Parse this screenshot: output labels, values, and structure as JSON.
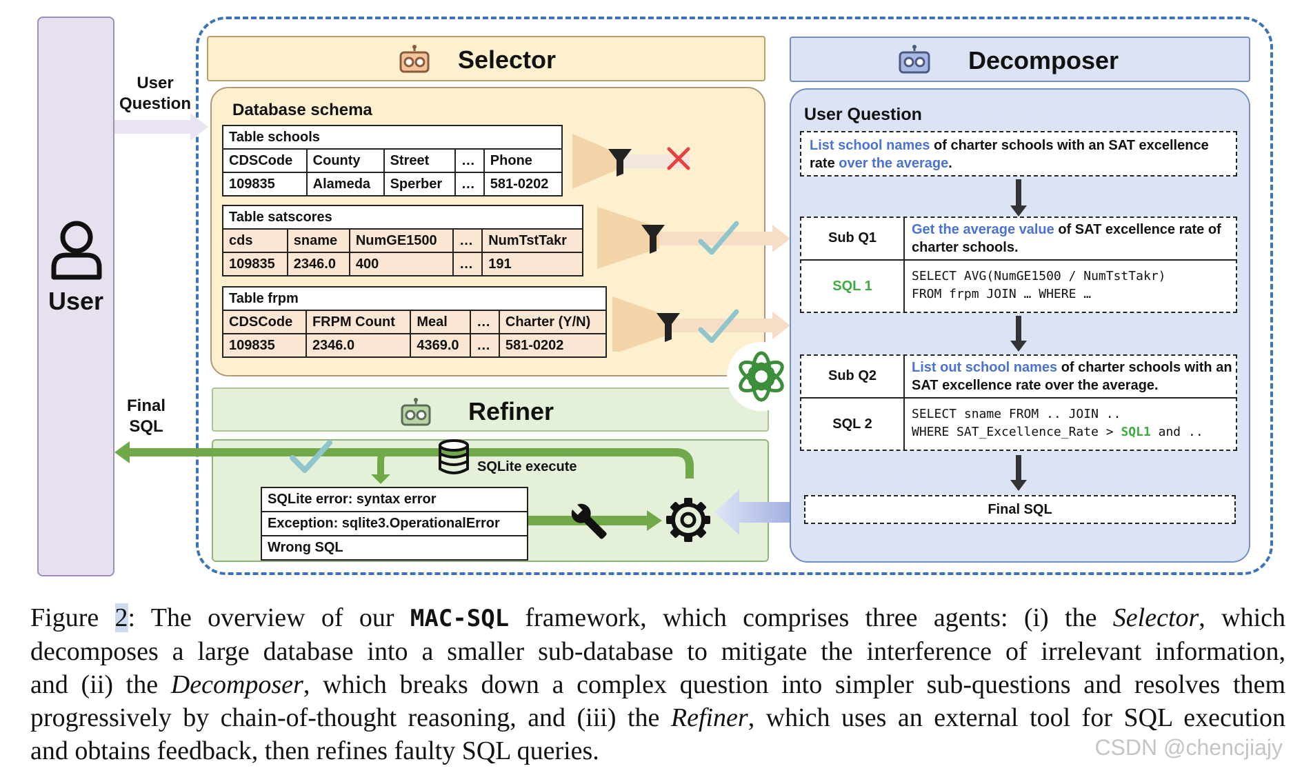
{
  "user": {
    "label": "User",
    "question_label": "User Question",
    "final_sql_label": "Final SQL"
  },
  "selector": {
    "title": "Selector",
    "schema_label": "Database schema",
    "tables": [
      {
        "name": "Table schools",
        "columns": [
          "CDSCode",
          "County",
          "Street",
          "…",
          "Phone"
        ],
        "values": [
          "109835",
          "Alameda",
          "Sperber",
          "…",
          "581-0202"
        ],
        "selected": false
      },
      {
        "name": "Table satscores",
        "columns": [
          "cds",
          "sname",
          "NumGE1500",
          "…",
          "NumTstTakr"
        ],
        "values": [
          "109835",
          "2346.0",
          "400",
          "…",
          "191"
        ],
        "selected": true
      },
      {
        "name": "Table frpm",
        "columns": [
          "CDSCode",
          "FRPM Count",
          "Meal",
          "…",
          "Charter (Y/N)"
        ],
        "values": [
          "109835",
          "2346.0",
          "4369.0",
          "…",
          "581-0202"
        ],
        "selected": true
      }
    ]
  },
  "refiner": {
    "title": "Refiner",
    "execute_label": "SQLite execute",
    "errors": [
      "SQLite error: syntax error",
      "Exception: sqlite3.OperationalError",
      "Wrong SQL"
    ]
  },
  "decomposer": {
    "title": "Decomposer",
    "question_label": "User Question",
    "question_parts": [
      {
        "text": "List school names",
        "hl": true
      },
      {
        "text": " of charter schools with an SAT excellence rate ",
        "hl": false
      },
      {
        "text": "over the average",
        "hl": true
      },
      {
        "text": ".",
        "hl": false
      }
    ],
    "sub_q1_label": "Sub Q1",
    "sub_q1_parts": [
      {
        "text": "Get the average value",
        "hl": true
      },
      {
        "text": " of SAT excellence rate of charter schools.",
        "hl": false
      }
    ],
    "sql1_label": "SQL 1",
    "sql1_lines": [
      "SELECT AVG(NumGE1500 / NumTstTakr)",
      "FROM frpm JOIN … WHERE …"
    ],
    "sub_q2_label": "Sub Q2",
    "sub_q2_parts": [
      {
        "text": "List out school names",
        "hl": true
      },
      {
        "text": " of charter schools with an SAT excellence rate over the average.",
        "hl": false
      }
    ],
    "sql2_label": "SQL 2",
    "sql2_line1": "SELECT sname FROM .. JOIN ..",
    "sql2_line2_pre": "WHERE SAT_Excellence_Rate > ",
    "sql2_line2_ref": "SQL1",
    "sql2_line2_post": " and ..",
    "final_label": "Final SQL"
  },
  "caption": {
    "line1_a": "Figure ",
    "fig_number": "2",
    "line1_b": ":  The overview of our ",
    "name": "MAC-SQL",
    "line1_c": " framework, which comprises three agents:  (i) the ",
    "selector": "Selector",
    "line1_d": ", which",
    "line2": "decomposes a large database into a smaller sub-database to mitigate the interference of irrelevant information,",
    "line3_a": "and (ii) the ",
    "decomposer": "Decomposer",
    "line3_b": ", which breaks down a complex question into simpler sub-questions and resolves them",
    "line4_a": "progressively by chain-of-thought reasoning, and (iii) the ",
    "refiner": "Refiner",
    "line4_b": ", which uses an external tool for SQL execution",
    "line5": "and obtains feedback, then refines faulty SQL queries."
  },
  "watermark": "CSDN @chencjiajy",
  "colors": {
    "frame": "#3b73b9",
    "selector_bg": "#fcf0cf",
    "refiner_bg": "#e5f0d9",
    "decomposer_bg": "#dbe3f4",
    "arrow_green": "#70a84a",
    "highlight_blue": "#4a72d0",
    "sql_green": "#3daa3d"
  }
}
